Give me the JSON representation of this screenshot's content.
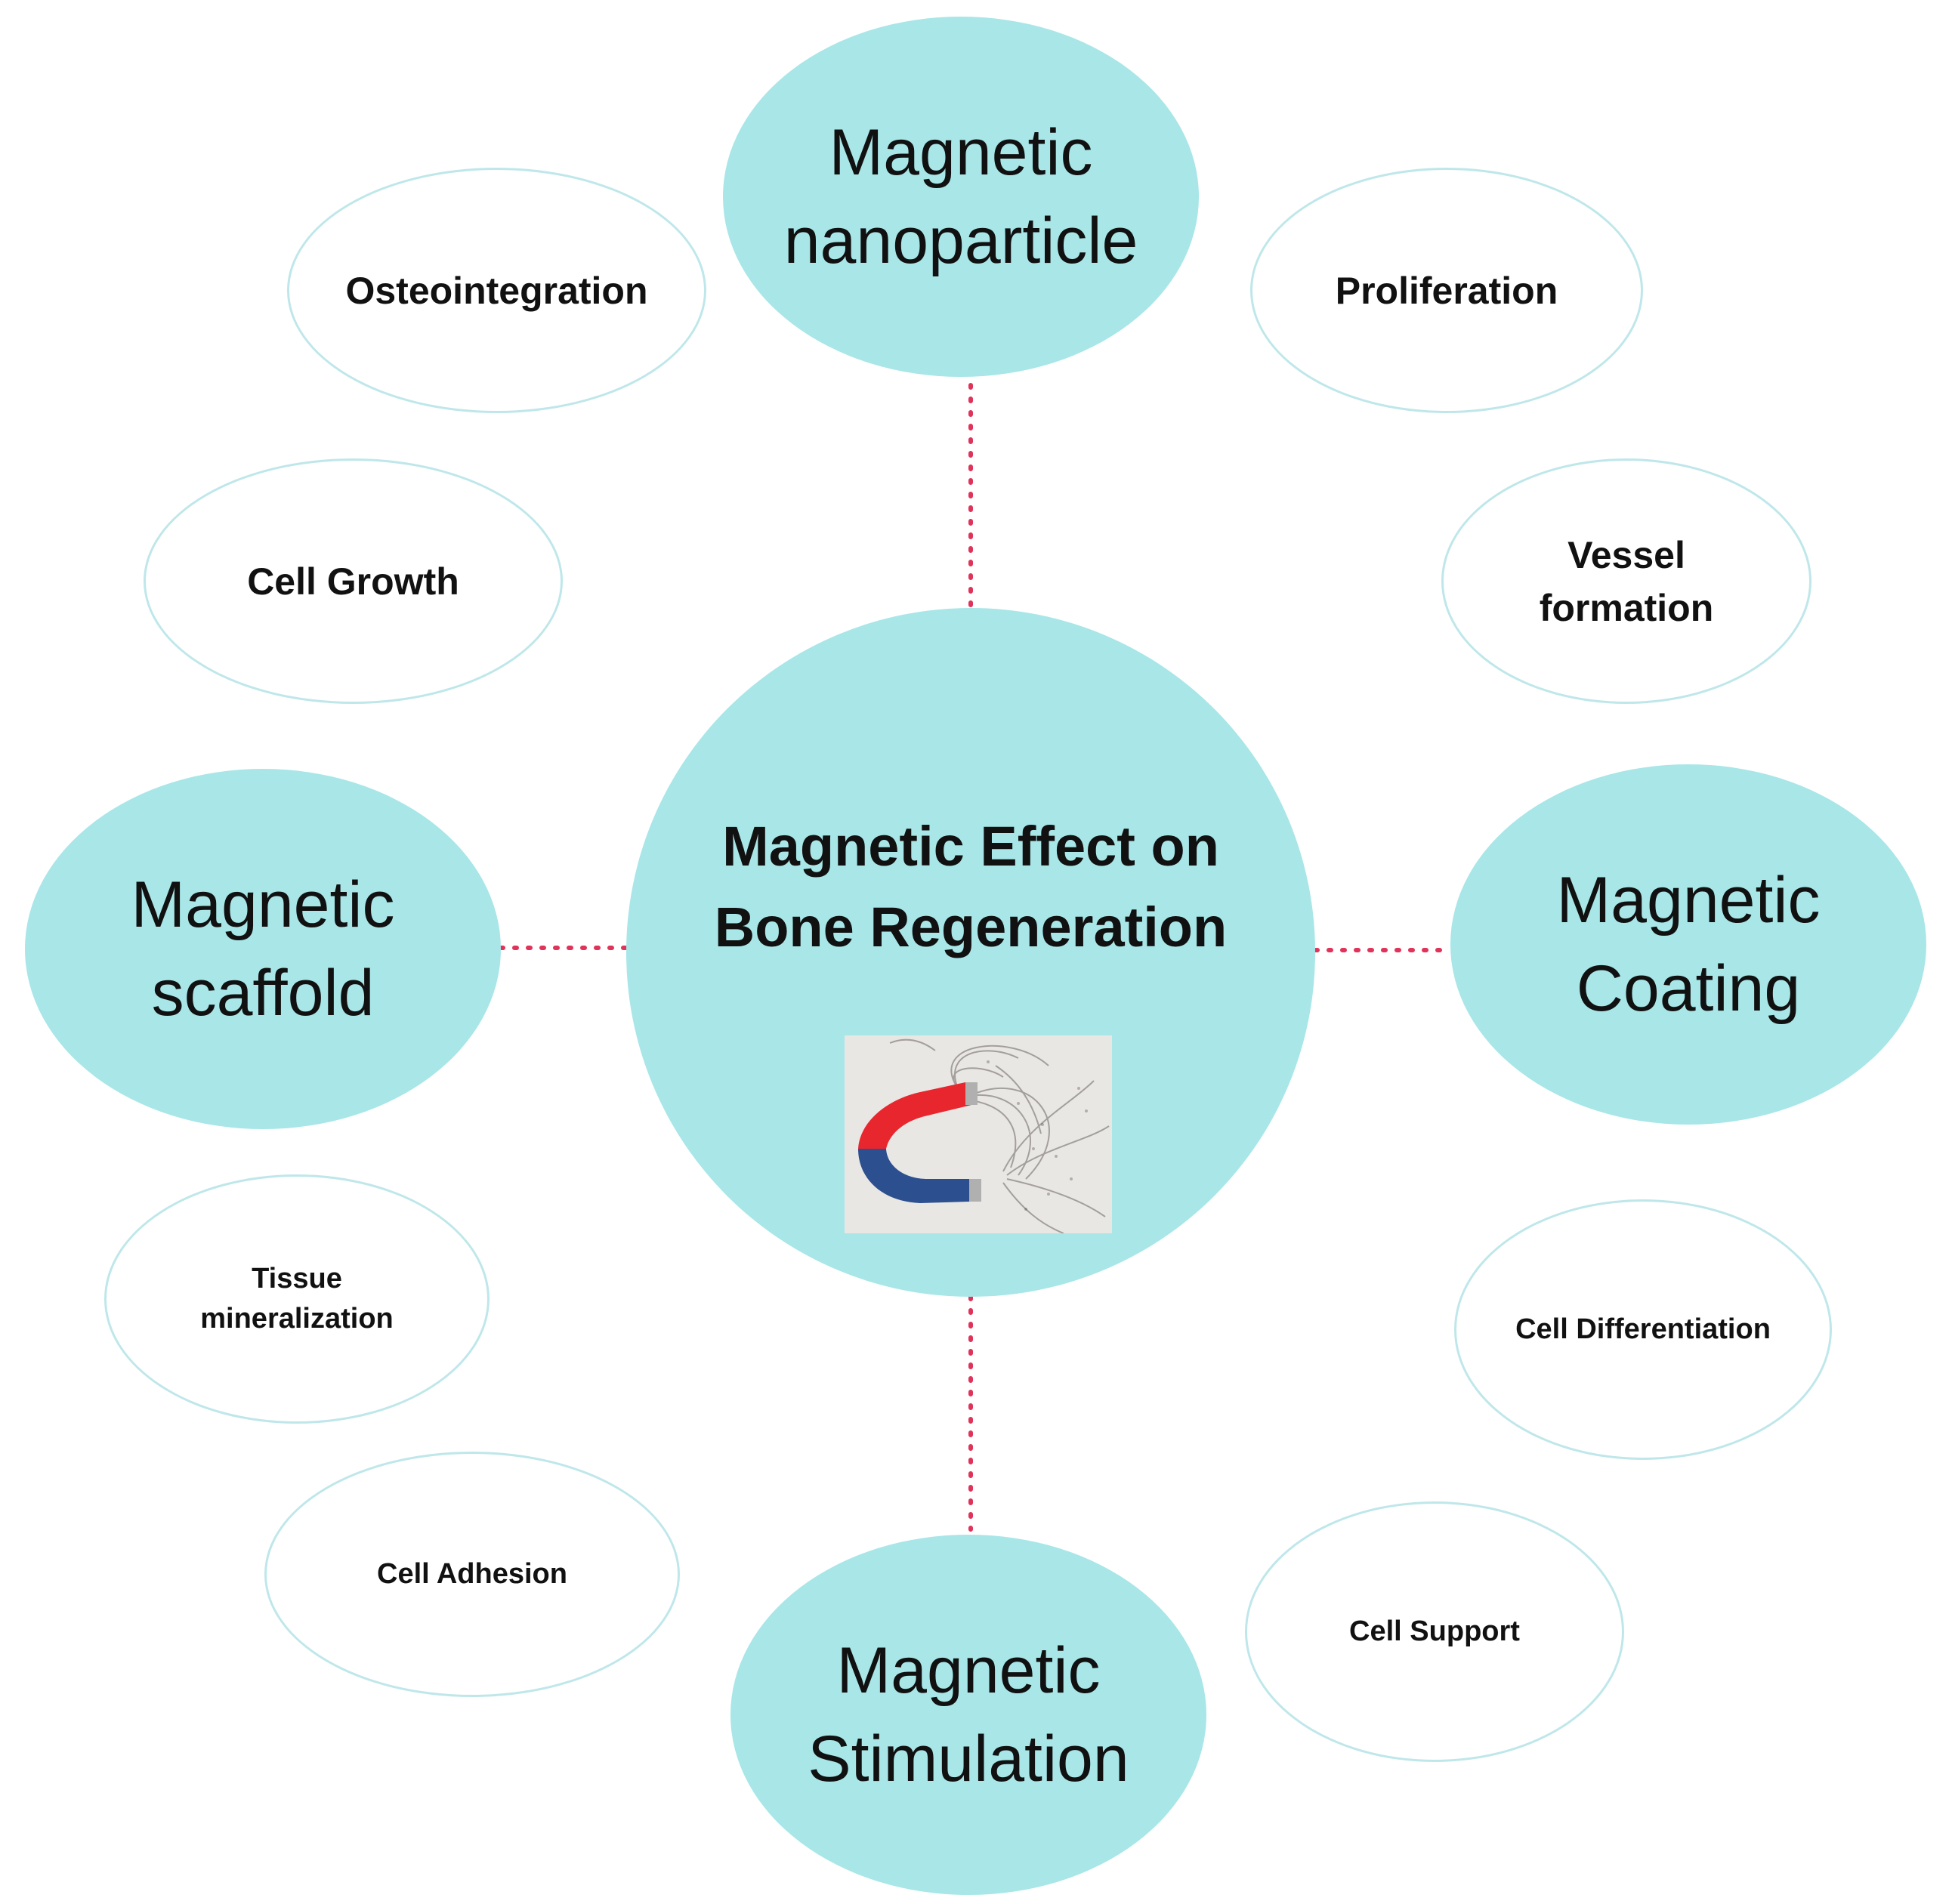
{
  "diagram": {
    "center": {
      "title": "Magnetic Effect on\nBone Regeneration",
      "image_icon": "horseshoe-magnet-icon"
    },
    "main_nodes": [
      {
        "id": "nanoparticle",
        "label": "Magnetic\nnanoparticle"
      },
      {
        "id": "scaffold",
        "label": "Magnetic\nscaffold"
      },
      {
        "id": "coating",
        "label": "Magnetic\nCoating"
      },
      {
        "id": "stimulation",
        "label": "Magnetic\nStimulation"
      }
    ],
    "sub_nodes": [
      {
        "id": "osteointegration",
        "label": "Osteointegration"
      },
      {
        "id": "proliferation",
        "label": "Proliferation"
      },
      {
        "id": "cell-growth",
        "label": "Cell Growth"
      },
      {
        "id": "vessel-formation",
        "label": "Vessel\nformation"
      },
      {
        "id": "tissue-mineralization",
        "label": "Tissue\nmineralization"
      },
      {
        "id": "cell-differentiation",
        "label": "Cell Differentiation"
      },
      {
        "id": "cell-adhesion",
        "label": "Cell Adhesion"
      },
      {
        "id": "cell-support",
        "label": "Cell Support"
      }
    ],
    "colors": {
      "main_fill": "#a8e6e8",
      "sub_border": "#bfe7ea",
      "connector": "#e0335a",
      "magnet_red": "#e8262e",
      "magnet_blue": "#2c4f8f"
    }
  }
}
